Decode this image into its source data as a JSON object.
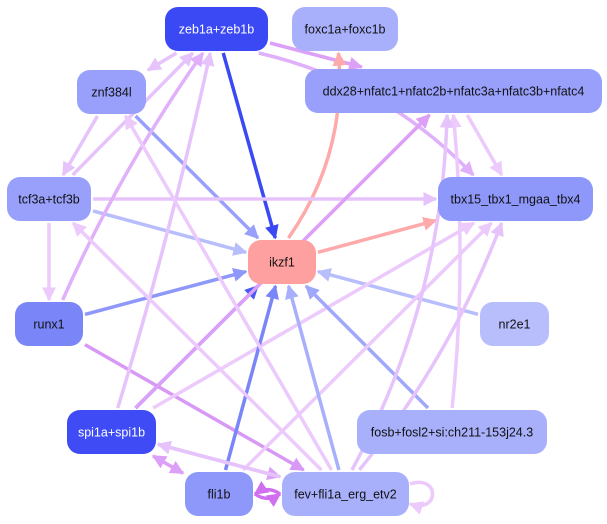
{
  "diagram": {
    "type": "directed-network",
    "nodes": [
      {
        "id": "zeb1a",
        "label": "zeb1a+zeb1b",
        "fill": "#3b49f5",
        "text_color": "#ffffff"
      },
      {
        "id": "foxc1",
        "label": "foxc1a+foxc1b",
        "fill": "#a8b0fb",
        "text_color": "#111111"
      },
      {
        "id": "znf384l",
        "label": "znf384l",
        "fill": "#98a0fb",
        "text_color": "#111111"
      },
      {
        "id": "ddx28",
        "label": "ddx28+nfatc1+nfatc2b+nfatc3a+nfatc3b+nfatc4",
        "fill": "#98a0fb",
        "text_color": "#111111"
      },
      {
        "id": "tcf3",
        "label": "tcf3a+tcf3b",
        "fill": "#98a0fb",
        "text_color": "#111111"
      },
      {
        "id": "tbx15",
        "label": "tbx15_tbx1_mgaa_tbx4",
        "fill": "#8e97fa",
        "text_color": "#111111"
      },
      {
        "id": "ikzf1",
        "label": "ikzf1",
        "fill": "#ffa0a0",
        "text_color": "#111111"
      },
      {
        "id": "runx1",
        "label": "runx1",
        "fill": "#7a86f8",
        "text_color": "#111111"
      },
      {
        "id": "nr2e1",
        "label": "nr2e1",
        "fill": "#b8befc",
        "text_color": "#111111"
      },
      {
        "id": "spi1",
        "label": "spi1a+spi1b",
        "fill": "#3f4cf6",
        "text_color": "#ffffff"
      },
      {
        "id": "fosb",
        "label": "fosb+fosl2+si:ch211-153j24.3",
        "fill": "#a8b0fb",
        "text_color": "#111111"
      },
      {
        "id": "fli1b",
        "label": "fli1b",
        "fill": "#8e97fa",
        "text_color": "#111111"
      },
      {
        "id": "fev",
        "label": "fev+fli1a_erg_etv2",
        "fill": "#a8b0fb",
        "text_color": "#111111"
      }
    ],
    "edges": [
      {
        "from": "zeb1a",
        "to": "ikzf1",
        "color": "#3b49f5",
        "arrow": true
      },
      {
        "from": "zeb1a",
        "to": "znf384l",
        "color": "#e6c4fb",
        "arrow": true
      },
      {
        "from": "zeb1a",
        "to": "ddx28",
        "color": "#dca0f8",
        "arrow": true
      },
      {
        "from": "zeb1a",
        "to": "tbx15",
        "color": "#e0b0fa",
        "arrow": true
      },
      {
        "from": "ikzf1",
        "to": "foxc1",
        "color": "#ffaaaa",
        "arrow": true
      },
      {
        "from": "ikzf1",
        "to": "ddx28",
        "color": "#ffaaaa",
        "arrow": true
      },
      {
        "from": "ikzf1",
        "to": "tbx15",
        "color": "#ffaaaa",
        "arrow": true
      },
      {
        "from": "znf384l",
        "to": "ikzf1",
        "color": "#98a0fb",
        "arrow": true
      },
      {
        "from": "znf384l",
        "to": "tcf3",
        "color": "#e6c4fb",
        "arrow": true
      },
      {
        "from": "tcf3",
        "to": "zeb1a",
        "color": "#e6c4fb",
        "arrow": true
      },
      {
        "from": "tcf3",
        "to": "ikzf1",
        "color": "#b8befc",
        "arrow": true
      },
      {
        "from": "tcf3",
        "to": "tbx15",
        "color": "#e6c4fb",
        "arrow": true
      },
      {
        "from": "tcf3",
        "to": "runx1",
        "color": "#eccafc",
        "arrow": true
      },
      {
        "from": "runx1",
        "to": "ikzf1",
        "color": "#8e97fa",
        "arrow": true
      },
      {
        "from": "runx1",
        "to": "zeb1a",
        "color": "#e0b0fa",
        "arrow": true
      },
      {
        "from": "runx1",
        "to": "fev",
        "color": "#d898f5",
        "arrow": true
      },
      {
        "from": "nr2e1",
        "to": "ikzf1",
        "color": "#b8befc",
        "arrow": true
      },
      {
        "from": "spi1",
        "to": "ikzf1",
        "color": "#4a58f5",
        "arrow": true
      },
      {
        "from": "spi1",
        "to": "zeb1a",
        "color": "#e6c4fb",
        "arrow": true
      },
      {
        "from": "spi1",
        "to": "ddx28",
        "color": "#dca0f8",
        "arrow": true
      },
      {
        "from": "spi1",
        "to": "tbx15",
        "color": "#eccafc",
        "arrow": true
      },
      {
        "from": "spi1",
        "to": "fev",
        "color": "#dca0f8",
        "arrow": true
      },
      {
        "from": "spi1",
        "to": "fli1b",
        "color": "#dca0f8",
        "arrow": true
      },
      {
        "from": "fosb",
        "to": "ikzf1",
        "color": "#a0a8fb",
        "arrow": true
      },
      {
        "from": "fosb",
        "to": "ddx28",
        "color": "#eccafc",
        "arrow": true
      },
      {
        "from": "fli1b",
        "to": "ikzf1",
        "color": "#7a86f8",
        "arrow": true
      },
      {
        "from": "fli1b",
        "to": "tbx15",
        "color": "#eccafc",
        "arrow": true
      },
      {
        "from": "fli1b",
        "to": "fev",
        "color": "#d070f0",
        "arrow": true
      },
      {
        "from": "fli1b",
        "to": "spi1",
        "color": "#dca0f8",
        "arrow": true
      },
      {
        "from": "fev",
        "to": "ikzf1",
        "color": "#a8b0fb",
        "arrow": true
      },
      {
        "from": "fev",
        "to": "znf384l",
        "color": "#eccafc",
        "arrow": true
      },
      {
        "from": "fev",
        "to": "tcf3",
        "color": "#eccafc",
        "arrow": true
      },
      {
        "from": "fev",
        "to": "ddx28",
        "color": "#e6c4fb",
        "arrow": true
      },
      {
        "from": "fev",
        "to": "tbx15",
        "color": "#e6c4fb",
        "arrow": true
      },
      {
        "from": "fev",
        "to": "spi1",
        "color": "#e6c4fb",
        "arrow": true
      },
      {
        "from": "fev",
        "to": "fli1b",
        "color": "#d070f0",
        "arrow": true
      },
      {
        "from": "fev",
        "to": "fev",
        "color": "#eccafc",
        "arrow": true
      },
      {
        "from": "ddx28",
        "to": "tbx15",
        "color": "#eccafc",
        "arrow": true
      }
    ]
  }
}
